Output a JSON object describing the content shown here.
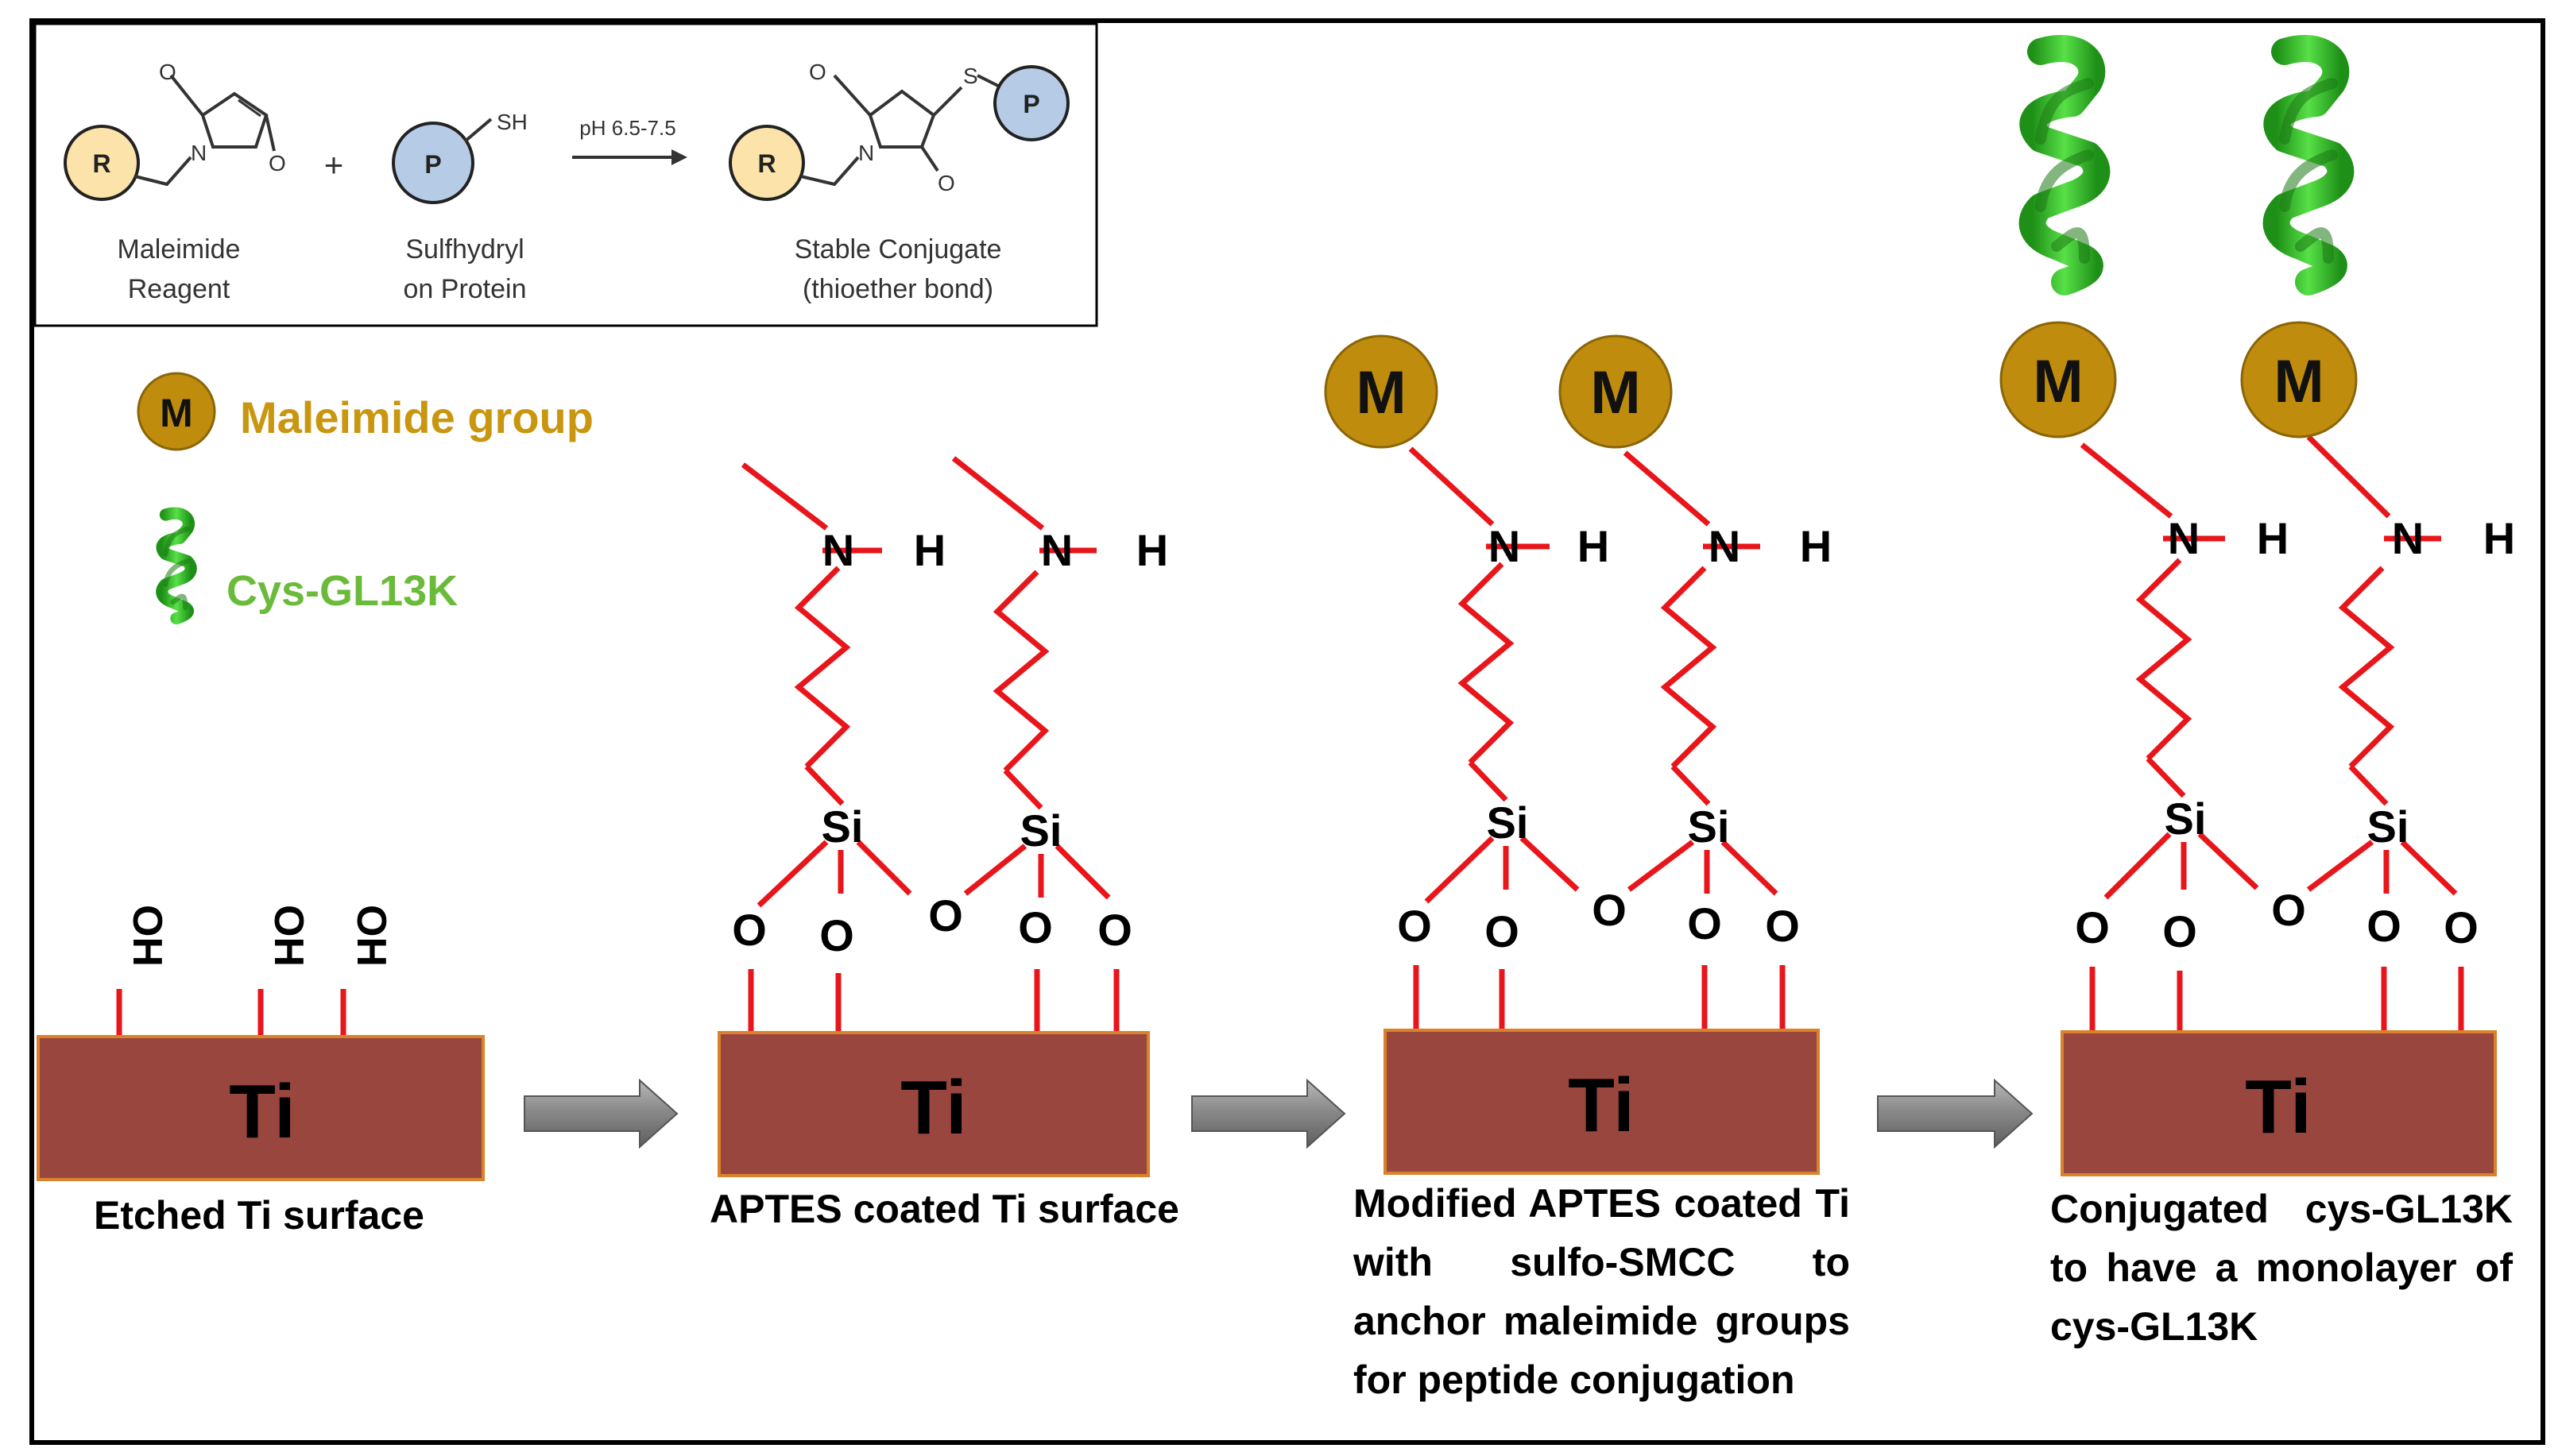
{
  "reaction_scheme": {
    "reagent_r_label": "R",
    "protein_p_label": "P",
    "carbonyl_o": "O",
    "ring_n": "N",
    "sulfur_s": "S",
    "thiol_sh": "SH",
    "plus_sign": "+",
    "condition": "pH 6.5-7.5",
    "maleimide_caption_line1": "Maleimide",
    "maleimide_caption_line2": "Reagent",
    "sulfhydryl_caption_line1": "Sulfhydryl",
    "sulfhydryl_caption_line2": "on Protein",
    "product_caption_line1": "Stable Conjugate",
    "product_caption_line2": "(thioether bond)"
  },
  "legend": {
    "maleimide_symbol": "M",
    "maleimide_label": "Maleimide group",
    "peptide_label": "Cys-GL13K"
  },
  "atoms": {
    "ti": "Ti",
    "oh": "OH",
    "o": "O",
    "si": "Si",
    "n": "N",
    "h": "H",
    "m": "M"
  },
  "stages": [
    {
      "caption": "Etched Ti surface"
    },
    {
      "caption": "APTES coated Ti surface"
    },
    {
      "caption": "Modified APTES coated Ti with sulfo-SMCC to anchor maleimide groups for peptide conjugation"
    },
    {
      "caption": "Conjugated cys-GL13K to have a monolayer of cys-GL13K"
    }
  ],
  "colors": {
    "ti_block": "#99463F",
    "ti_block_border": "#D9822B",
    "bond": "#E8161B",
    "maleimide_fill": "#BF8C0D",
    "maleimide_text_legend": "#C9960F",
    "peptide_green": "#34C324",
    "peptide_text": "#6BBB3A",
    "arrow_gray": "#7F7F7F",
    "reagent_circle": "#FBE3A9",
    "protein_circle": "#B6CCE6"
  }
}
